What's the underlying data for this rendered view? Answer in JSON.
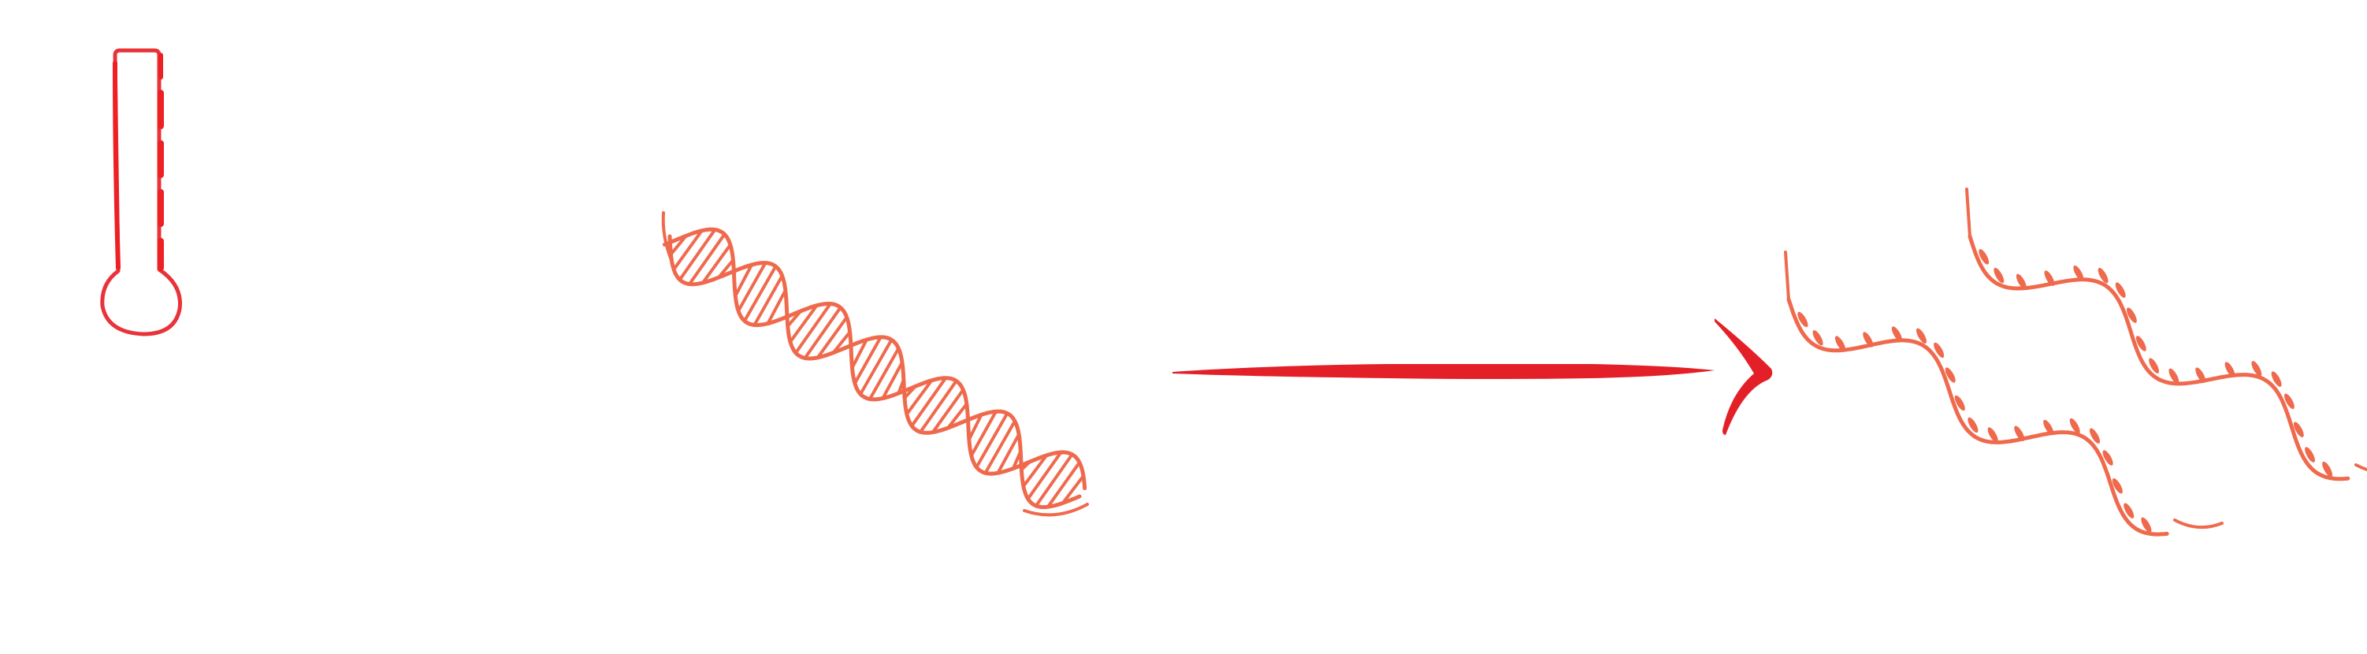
{
  "diagram": {
    "elements": [
      {
        "key": "thermometer",
        "icon": "thermometer-icon"
      },
      {
        "key": "dna_double_strand",
        "icon": "dna-double-helix-icon"
      },
      {
        "key": "arrow",
        "icon": "arrow-right-icon"
      },
      {
        "key": "dna_single_strands",
        "icon": "dna-single-strand-icon",
        "count": 2
      }
    ]
  },
  "colors": {
    "thermometer_stroke": "#e8333a",
    "thermometer_fill": "#ed2024",
    "dna_stroke": "#ef6a4d",
    "arrow": "#e32027",
    "background": "#ffffff"
  }
}
